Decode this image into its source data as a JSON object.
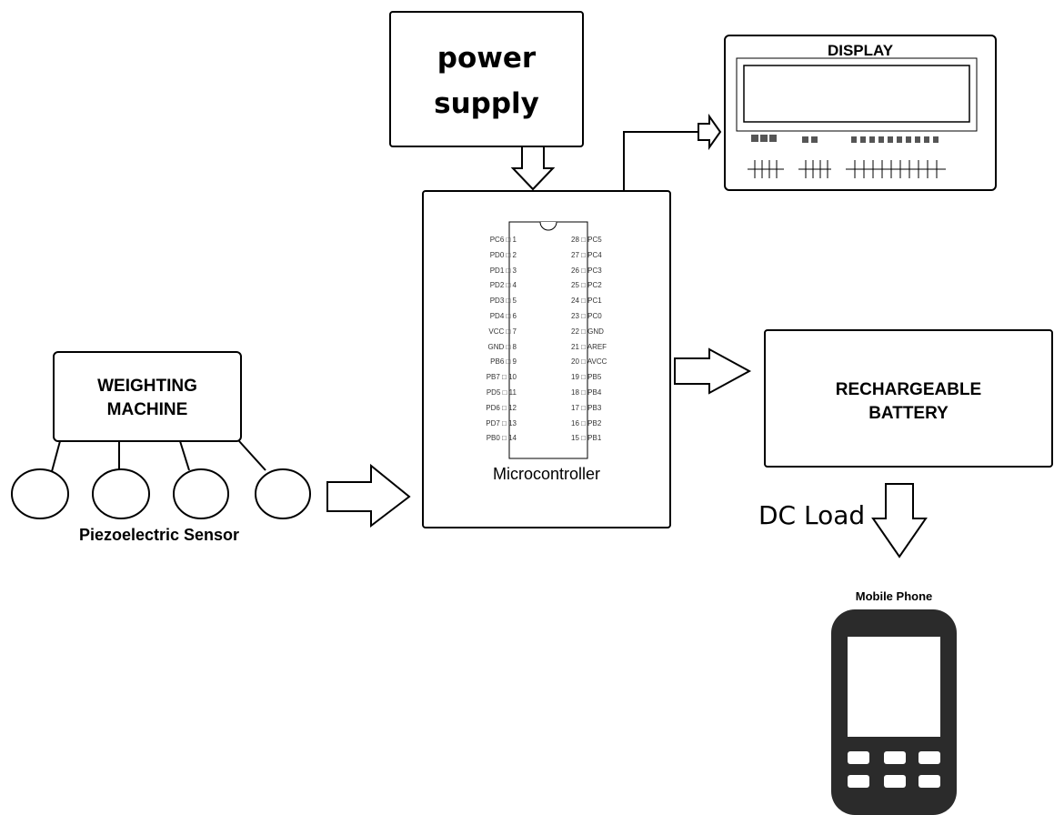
{
  "power_supply": {
    "line1": "power",
    "line2": "supply"
  },
  "display": {
    "title": "DISPLAY"
  },
  "weighting_machine": {
    "line1": "WEIGHTING",
    "line2": "MACHINE"
  },
  "sensor": {
    "label": "Piezoelectric Sensor"
  },
  "microcontroller": {
    "label": "Microcontroller",
    "pins_left": [
      {
        "name": "PC6",
        "num": "1"
      },
      {
        "name": "PD0",
        "num": "2"
      },
      {
        "name": "PD1",
        "num": "3"
      },
      {
        "name": "PD2",
        "num": "4"
      },
      {
        "name": "PD3",
        "num": "5"
      },
      {
        "name": "PD4",
        "num": "6"
      },
      {
        "name": "VCC",
        "num": "7"
      },
      {
        "name": "GND",
        "num": "8"
      },
      {
        "name": "PB6",
        "num": "9"
      },
      {
        "name": "PB7",
        "num": "10"
      },
      {
        "name": "PD5",
        "num": "11"
      },
      {
        "name": "PD6",
        "num": "12"
      },
      {
        "name": "PD7",
        "num": "13"
      },
      {
        "name": "PB0",
        "num": "14"
      }
    ],
    "pins_right": [
      {
        "num": "28",
        "name": "PC5"
      },
      {
        "num": "27",
        "name": "PC4"
      },
      {
        "num": "26",
        "name": "PC3"
      },
      {
        "num": "25",
        "name": "PC2"
      },
      {
        "num": "24",
        "name": "PC1"
      },
      {
        "num": "23",
        "name": "PC0"
      },
      {
        "num": "22",
        "name": "GND"
      },
      {
        "num": "21",
        "name": "AREF"
      },
      {
        "num": "20",
        "name": "AVCC"
      },
      {
        "num": "19",
        "name": "PB5"
      },
      {
        "num": "18",
        "name": "PB4"
      },
      {
        "num": "17",
        "name": "PB3"
      },
      {
        "num": "16",
        "name": "PB2"
      },
      {
        "num": "15",
        "name": "PB1"
      }
    ]
  },
  "battery": {
    "line1": "RECHARGEABLE",
    "line2": "BATTERY"
  },
  "dc_load": {
    "label": "DC Load"
  },
  "phone": {
    "label": "Mobile Phone"
  }
}
